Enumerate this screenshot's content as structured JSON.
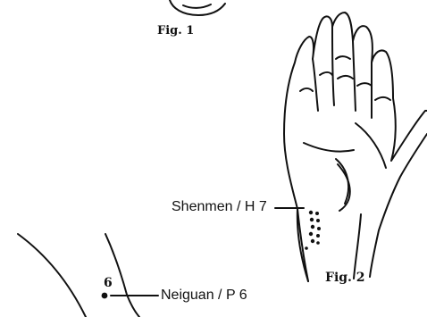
{
  "figures": {
    "fig1_caption": "Fig. 1",
    "fig2_caption": "Fig. 2"
  },
  "points": {
    "shenmen": {
      "label": "Shenmen / H 7"
    },
    "neiguan": {
      "label": "Neiguan / P 6",
      "number": "6"
    }
  },
  "colors": {
    "ink": "#111111",
    "paper": "#ffffff"
  }
}
